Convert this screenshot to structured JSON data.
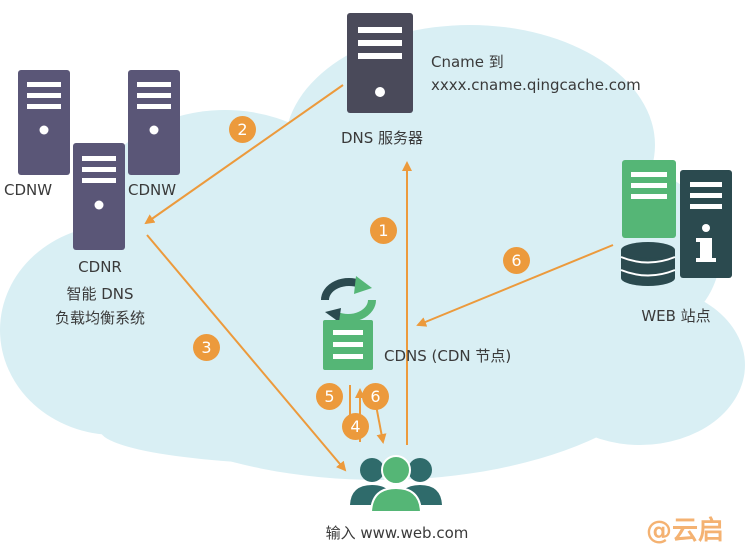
{
  "dns_server": {
    "label": "DNS 服务器",
    "note_line1": "Cname 到",
    "note_line2": "xxxx.cname.qingcache.com"
  },
  "cdnw_left": {
    "label": "CDNW"
  },
  "cdnw_right": {
    "label": "CDNW"
  },
  "cdnr": {
    "line1": "CDNR",
    "line2": "智能 DNS",
    "line3": "负载均衡系统"
  },
  "web_site": {
    "label": "WEB 站点"
  },
  "cdns": {
    "label": "CDNS (CDN 节点)"
  },
  "user": {
    "label": "输入 www.web.com"
  },
  "steps": [
    "2",
    "1",
    "3",
    "6",
    "5",
    "4",
    "6"
  ],
  "watermark": "@云启",
  "colors": {
    "cloud": "#d9eff4",
    "server_purple": "#5a5677",
    "server_dark": "#4a4a5a",
    "node_green": "#55b676",
    "web_teal": "#2b4a4f",
    "arrow": "#ec9a3c",
    "user_teal": "#2f6b6b"
  }
}
